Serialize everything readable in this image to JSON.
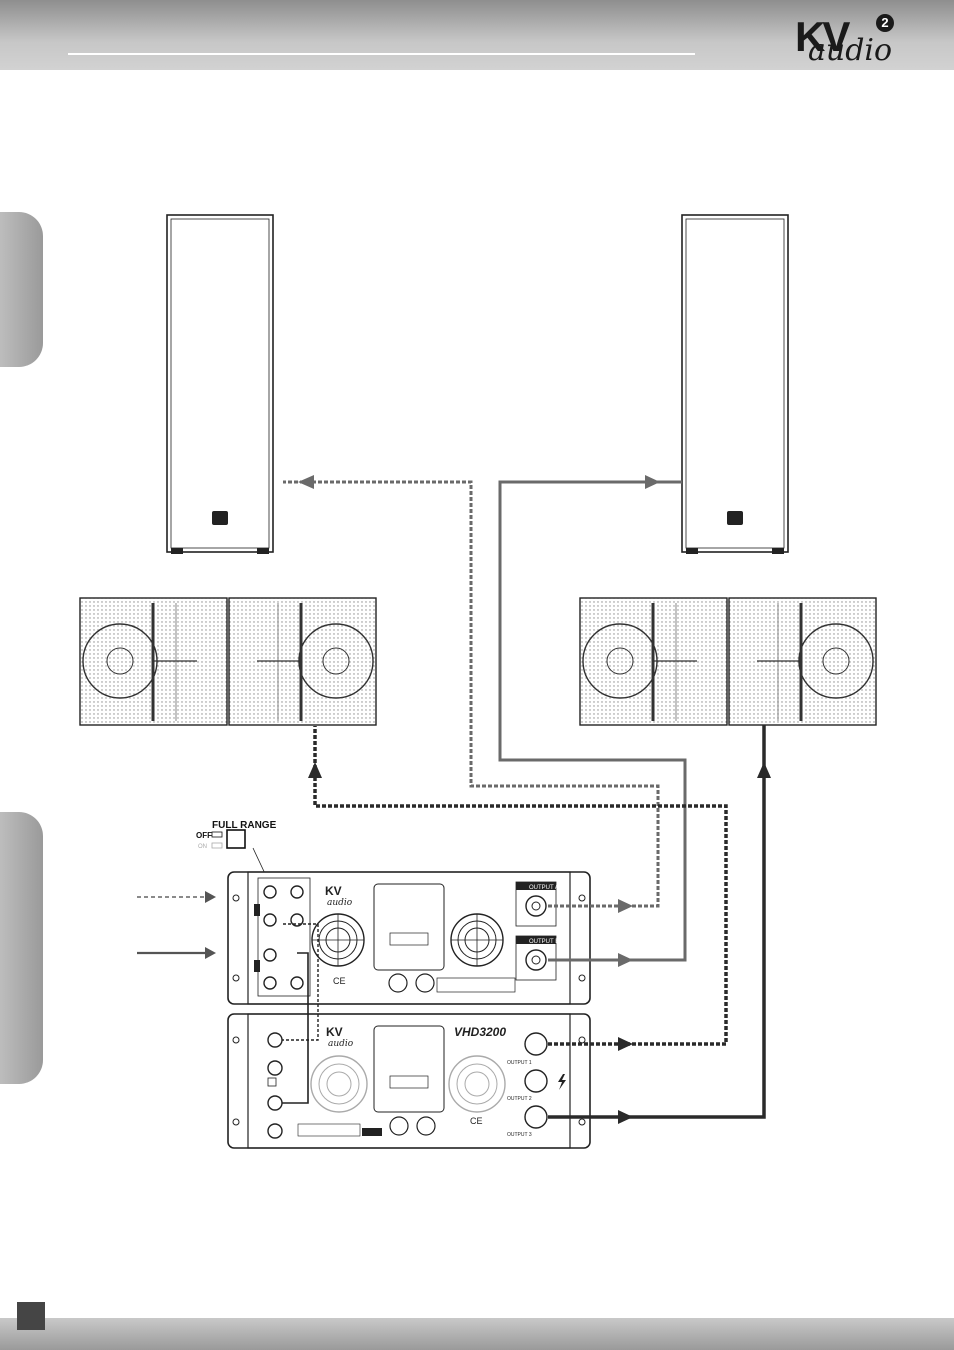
{
  "brand": {
    "logo_kv": "KV",
    "logo_audio": "audio",
    "logo_badge": "2"
  },
  "crossover_switch": {
    "label": "FULL RANGE",
    "off_label": "OFF",
    "on_label": "ON"
  },
  "amp_top": {
    "brand_kv": "KV",
    "brand_audio": "audio",
    "output_a_label": "OUTPUT A",
    "output_b_label": "OUTPUT B"
  },
  "amp_bottom": {
    "brand_kv": "KV",
    "brand_audio": "audio",
    "model": "VHD3200",
    "output_labels": [
      "OUTPUT 1",
      "OUTPUT 2",
      "OUTPUT 3"
    ]
  },
  "colors": {
    "header": "#bdbdbd",
    "line_dark": "#2a2a2a",
    "line_gray": "#6a6a6a",
    "cabinet_stroke": "#222222"
  },
  "icons": {
    "logo": "kv2-audio-logo",
    "ce_mark": "ce-mark-icon",
    "lightning": "lightning-icon"
  }
}
